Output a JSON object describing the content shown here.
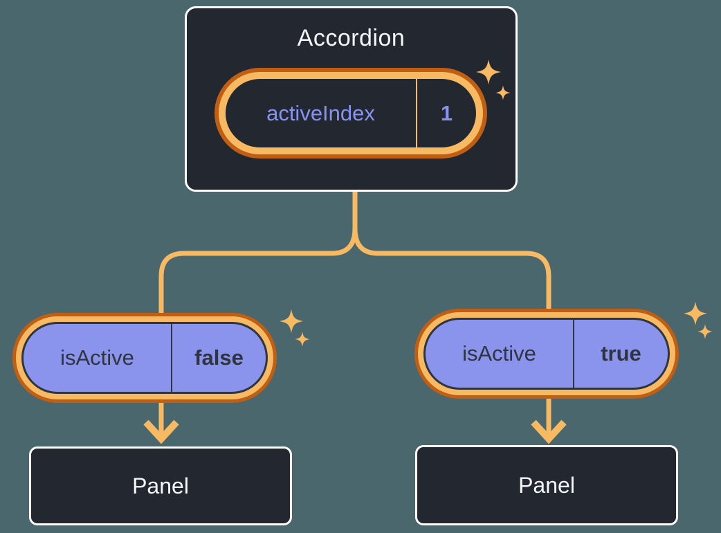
{
  "colors": {
    "bg": "#4B676E",
    "card": "#23272F",
    "cardBorder": "#FFFFFF",
    "orangeLight": "#F7B962",
    "orangeDark": "#C05F13",
    "purpleFill": "#8A94EC",
    "purpleText": "#8793F0",
    "darkText": "#2F353E",
    "lightText": "#F6F7F9"
  },
  "icons": {
    "sparkle": "sparkle-icon"
  },
  "diagram": {
    "root": {
      "title": "Accordion",
      "state": {
        "label": "activeIndex",
        "value": "1"
      }
    },
    "left": {
      "prop": {
        "label": "isActive",
        "value": "false"
      },
      "panel": {
        "title": "Panel"
      }
    },
    "right": {
      "prop": {
        "label": "isActive",
        "value": "true"
      },
      "panel": {
        "title": "Panel"
      }
    }
  }
}
